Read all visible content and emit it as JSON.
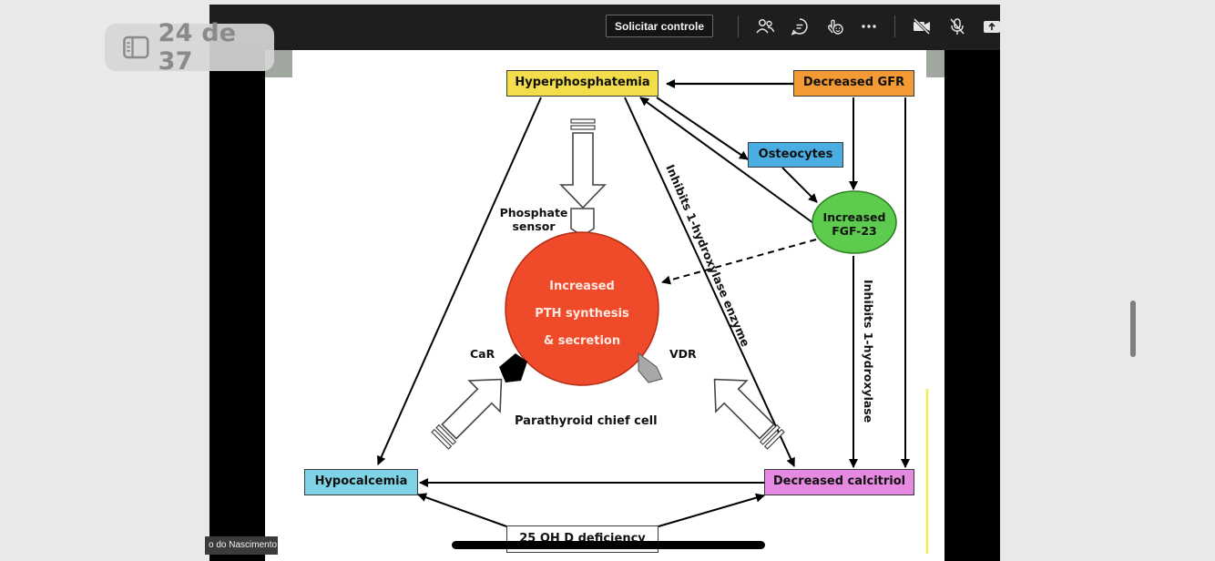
{
  "viewer": {
    "page_counter": "24 de 37"
  },
  "meeting": {
    "request_control_label": "Solicitar controle",
    "participant_name": "o do Nascimento",
    "toolbar_icons": [
      "participants-icon",
      "chat-icon",
      "reactions-icon",
      "more-icon",
      "camera-off-icon",
      "mic-off-icon",
      "share-icon"
    ]
  },
  "diagram": {
    "nodes": {
      "hyperphosphatemia": "Hyperphosphatemia",
      "decreased_gfr": "Decreased GFR",
      "osteocytes": "Osteocytes",
      "increased_fgf23_line1": "Increased",
      "increased_fgf23_line2": "FGF-23",
      "pth_line1": "Increased",
      "pth_line2": "PTH synthesis",
      "pth_line3": "& secretion",
      "hypocalcemia": "Hypocalcemia",
      "decreased_calcitriol": "Decreased calcitriol",
      "oh_d_deficiency": "25 OH D deficiency"
    },
    "labels": {
      "phosphate_sensor_line1": "Phosphate",
      "phosphate_sensor_line2": "sensor",
      "car": "CaR",
      "vdr": "VDR",
      "parathyroid_chief_cell": "Parathyroid chief cell",
      "inhibits_enzyme": "Inhibits 1-hydroxylase enzyme",
      "inhibits_1_hydroxylase": "Inhibits 1-hydroxylase"
    },
    "colors": {
      "hyperphosphatemia": "#f3dd4a",
      "decreased_gfr": "#f39a34",
      "osteocytes": "#4aaee3",
      "fgf23": "#5dcb4e",
      "pth": "#ef4a2a",
      "hypocalcemia": "#7fd3e6",
      "decreased_calcitriol": "#e58ae0",
      "oh_d_deficiency": "#ffffff"
    }
  }
}
